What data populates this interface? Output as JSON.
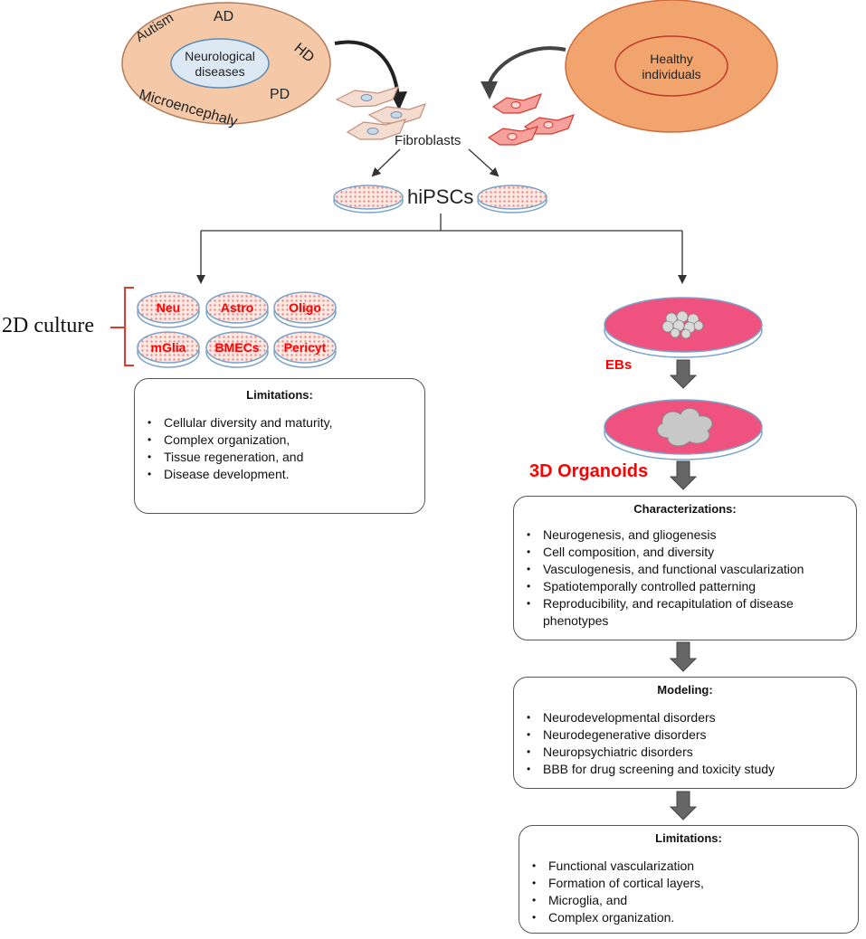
{
  "disease_cluster": {
    "center": "Neurological diseases",
    "labels": [
      "Autism",
      "AD",
      "HD",
      "PD",
      "Microencephaly"
    ]
  },
  "healthy": "Healthy individuals",
  "fibroblasts": "Fibroblasts",
  "hipscs": "hiPSCs",
  "culture_2d": {
    "label": "2D culture",
    "cells": [
      "Neu",
      "Astro",
      "Oligo",
      "mGlia",
      "BMECs",
      "Pericyt"
    ]
  },
  "limitations_2d": {
    "title": "Limitations:",
    "items": [
      "Cellular diversity and maturity,",
      "Complex organization,",
      "Tissue regeneration, and",
      "Disease development."
    ]
  },
  "ebs": "EBs",
  "organoids": "3D Organoids",
  "characterizations": {
    "title": "Characterizations:",
    "items": [
      "Neurogenesis, and gliogenesis",
      "Cell composition, and diversity",
      "Vasculogenesis, and functional vascularization",
      "Spatiotemporally controlled patterning",
      "Reproducibility, and recapitulation of disease phenotypes"
    ]
  },
  "modeling": {
    "title": "Modeling:",
    "items": [
      "Neurodevelopmental disorders",
      "Neurodegenerative disorders",
      "Neuropsychiatric disorders",
      "BBB for drug screening and toxicity study"
    ]
  },
  "limitations_3d": {
    "title": "Limitations:",
    "items": [
      "Functional vascularization",
      "Formation of cortical layers,",
      "Microglia, and",
      "Complex organization."
    ]
  },
  "colors": {
    "disease_oval": "#f5c9a8",
    "disease_inner": "#dce9f5",
    "healthy_oval": "#f2a46e",
    "dish_pink": "#f0527f",
    "label_red": "#ff0000"
  }
}
